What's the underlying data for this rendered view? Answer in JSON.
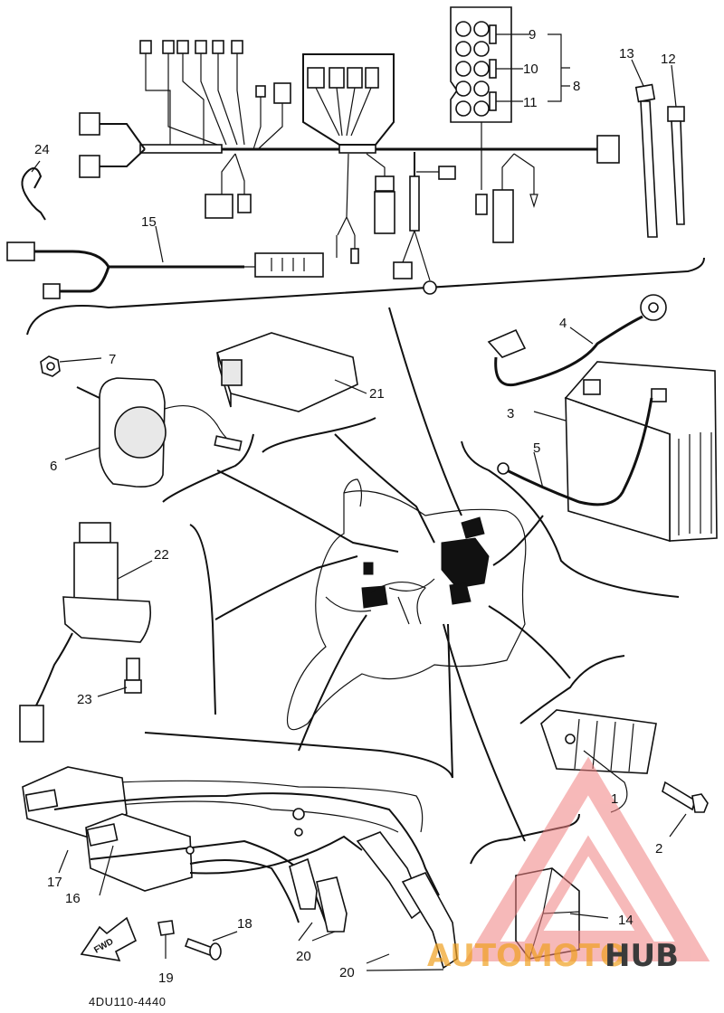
{
  "diagram": {
    "code": "4DU110-4440",
    "callouts": [
      "1",
      "2",
      "3",
      "4",
      "5",
      "6",
      "7",
      "8",
      "9",
      "10",
      "11",
      "12",
      "13",
      "14",
      "15",
      "16",
      "17",
      "18",
      "19",
      "20",
      "20",
      "21",
      "22",
      "23",
      "24"
    ],
    "fwd_label": "FWD"
  },
  "watermark": {
    "text_a": "AUTOMOTO",
    "text_b": "HUB",
    "color_a": "#f0a020",
    "color_b": "#3a3a3a",
    "logo_color": "#f08080"
  }
}
